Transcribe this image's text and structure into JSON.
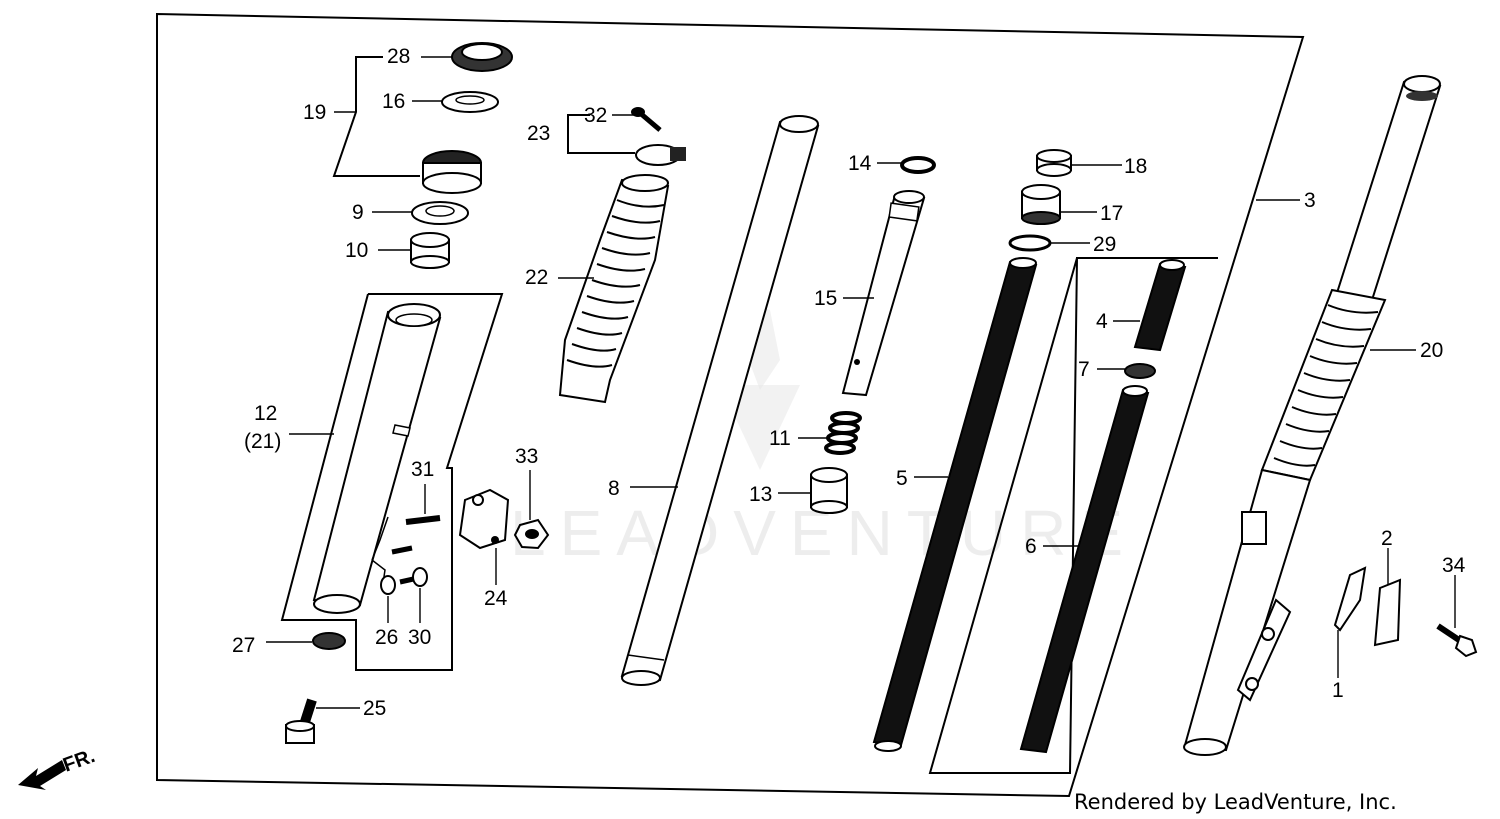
{
  "diagram": {
    "callouts": [
      {
        "id": "c28",
        "label": "28"
      },
      {
        "id": "c19",
        "label": "19"
      },
      {
        "id": "c16",
        "label": "16"
      },
      {
        "id": "c9",
        "label": "9"
      },
      {
        "id": "c10",
        "label": "10"
      },
      {
        "id": "c32",
        "label": "32"
      },
      {
        "id": "c23",
        "label": "23"
      },
      {
        "id": "c22",
        "label": "22"
      },
      {
        "id": "c12",
        "label": "12"
      },
      {
        "id": "c21",
        "label": "(21)"
      },
      {
        "id": "c31",
        "label": "31"
      },
      {
        "id": "c33",
        "label": "33"
      },
      {
        "id": "c24",
        "label": "24"
      },
      {
        "id": "c27",
        "label": "27"
      },
      {
        "id": "c26",
        "label": "26"
      },
      {
        "id": "c30",
        "label": "30"
      },
      {
        "id": "c25",
        "label": "25"
      },
      {
        "id": "c8",
        "label": "8"
      },
      {
        "id": "c14",
        "label": "14"
      },
      {
        "id": "c15",
        "label": "15"
      },
      {
        "id": "c11",
        "label": "11"
      },
      {
        "id": "c13",
        "label": "13"
      },
      {
        "id": "c18",
        "label": "18"
      },
      {
        "id": "c17",
        "label": "17"
      },
      {
        "id": "c29",
        "label": "29"
      },
      {
        "id": "c4",
        "label": "4"
      },
      {
        "id": "c7",
        "label": "7"
      },
      {
        "id": "c5",
        "label": "5"
      },
      {
        "id": "c6",
        "label": "6"
      },
      {
        "id": "c3",
        "label": "3"
      },
      {
        "id": "c20",
        "label": "20"
      },
      {
        "id": "c2",
        "label": "2"
      },
      {
        "id": "c34",
        "label": "34"
      },
      {
        "id": "c1",
        "label": "1"
      }
    ],
    "direction_label": "FR.",
    "watermark": "LEADVENTURE",
    "footer": "Rendered by LeadVenture, Inc."
  }
}
